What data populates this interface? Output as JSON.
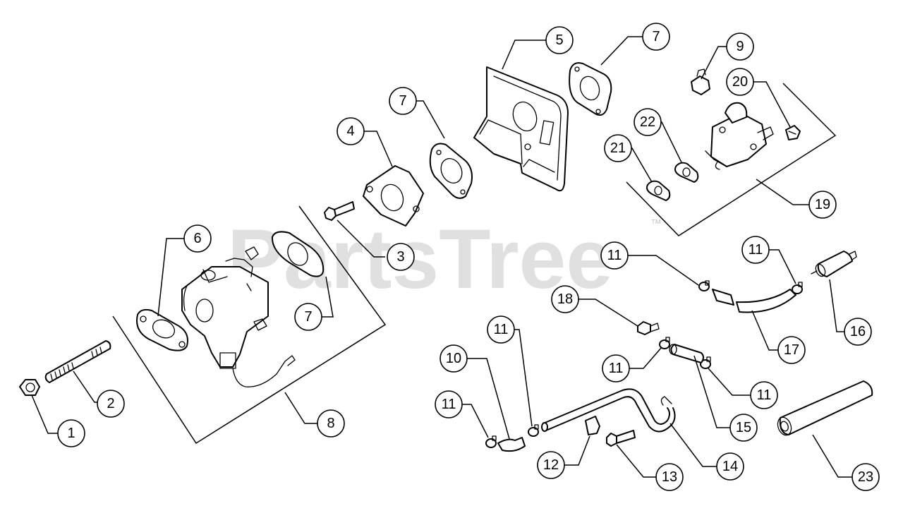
{
  "watermark": {
    "text": "PartsTree",
    "trademark": "™"
  },
  "callouts": [
    {
      "id": "c1",
      "label": "1"
    },
    {
      "id": "c2",
      "label": "2"
    },
    {
      "id": "c3",
      "label": "3"
    },
    {
      "id": "c4",
      "label": "4"
    },
    {
      "id": "c5",
      "label": "5"
    },
    {
      "id": "c6",
      "label": "6"
    },
    {
      "id": "c7a",
      "label": "7"
    },
    {
      "id": "c7b",
      "label": "7"
    },
    {
      "id": "c7c",
      "label": "7"
    },
    {
      "id": "c8",
      "label": "8"
    },
    {
      "id": "c9",
      "label": "9"
    },
    {
      "id": "c10",
      "label": "10"
    },
    {
      "id": "c11a",
      "label": "11"
    },
    {
      "id": "c11b",
      "label": "11"
    },
    {
      "id": "c11c",
      "label": "11"
    },
    {
      "id": "c11d",
      "label": "11"
    },
    {
      "id": "c11e",
      "label": "11"
    },
    {
      "id": "c11f",
      "label": "11"
    },
    {
      "id": "c12",
      "label": "12"
    },
    {
      "id": "c13",
      "label": "13"
    },
    {
      "id": "c14",
      "label": "14"
    },
    {
      "id": "c15",
      "label": "15"
    },
    {
      "id": "c16",
      "label": "16"
    },
    {
      "id": "c17",
      "label": "17"
    },
    {
      "id": "c18",
      "label": "18"
    },
    {
      "id": "c19",
      "label": "19"
    },
    {
      "id": "c20",
      "label": "20"
    },
    {
      "id": "c21",
      "label": "21"
    },
    {
      "id": "c22",
      "label": "22"
    },
    {
      "id": "c23",
      "label": "23"
    }
  ]
}
